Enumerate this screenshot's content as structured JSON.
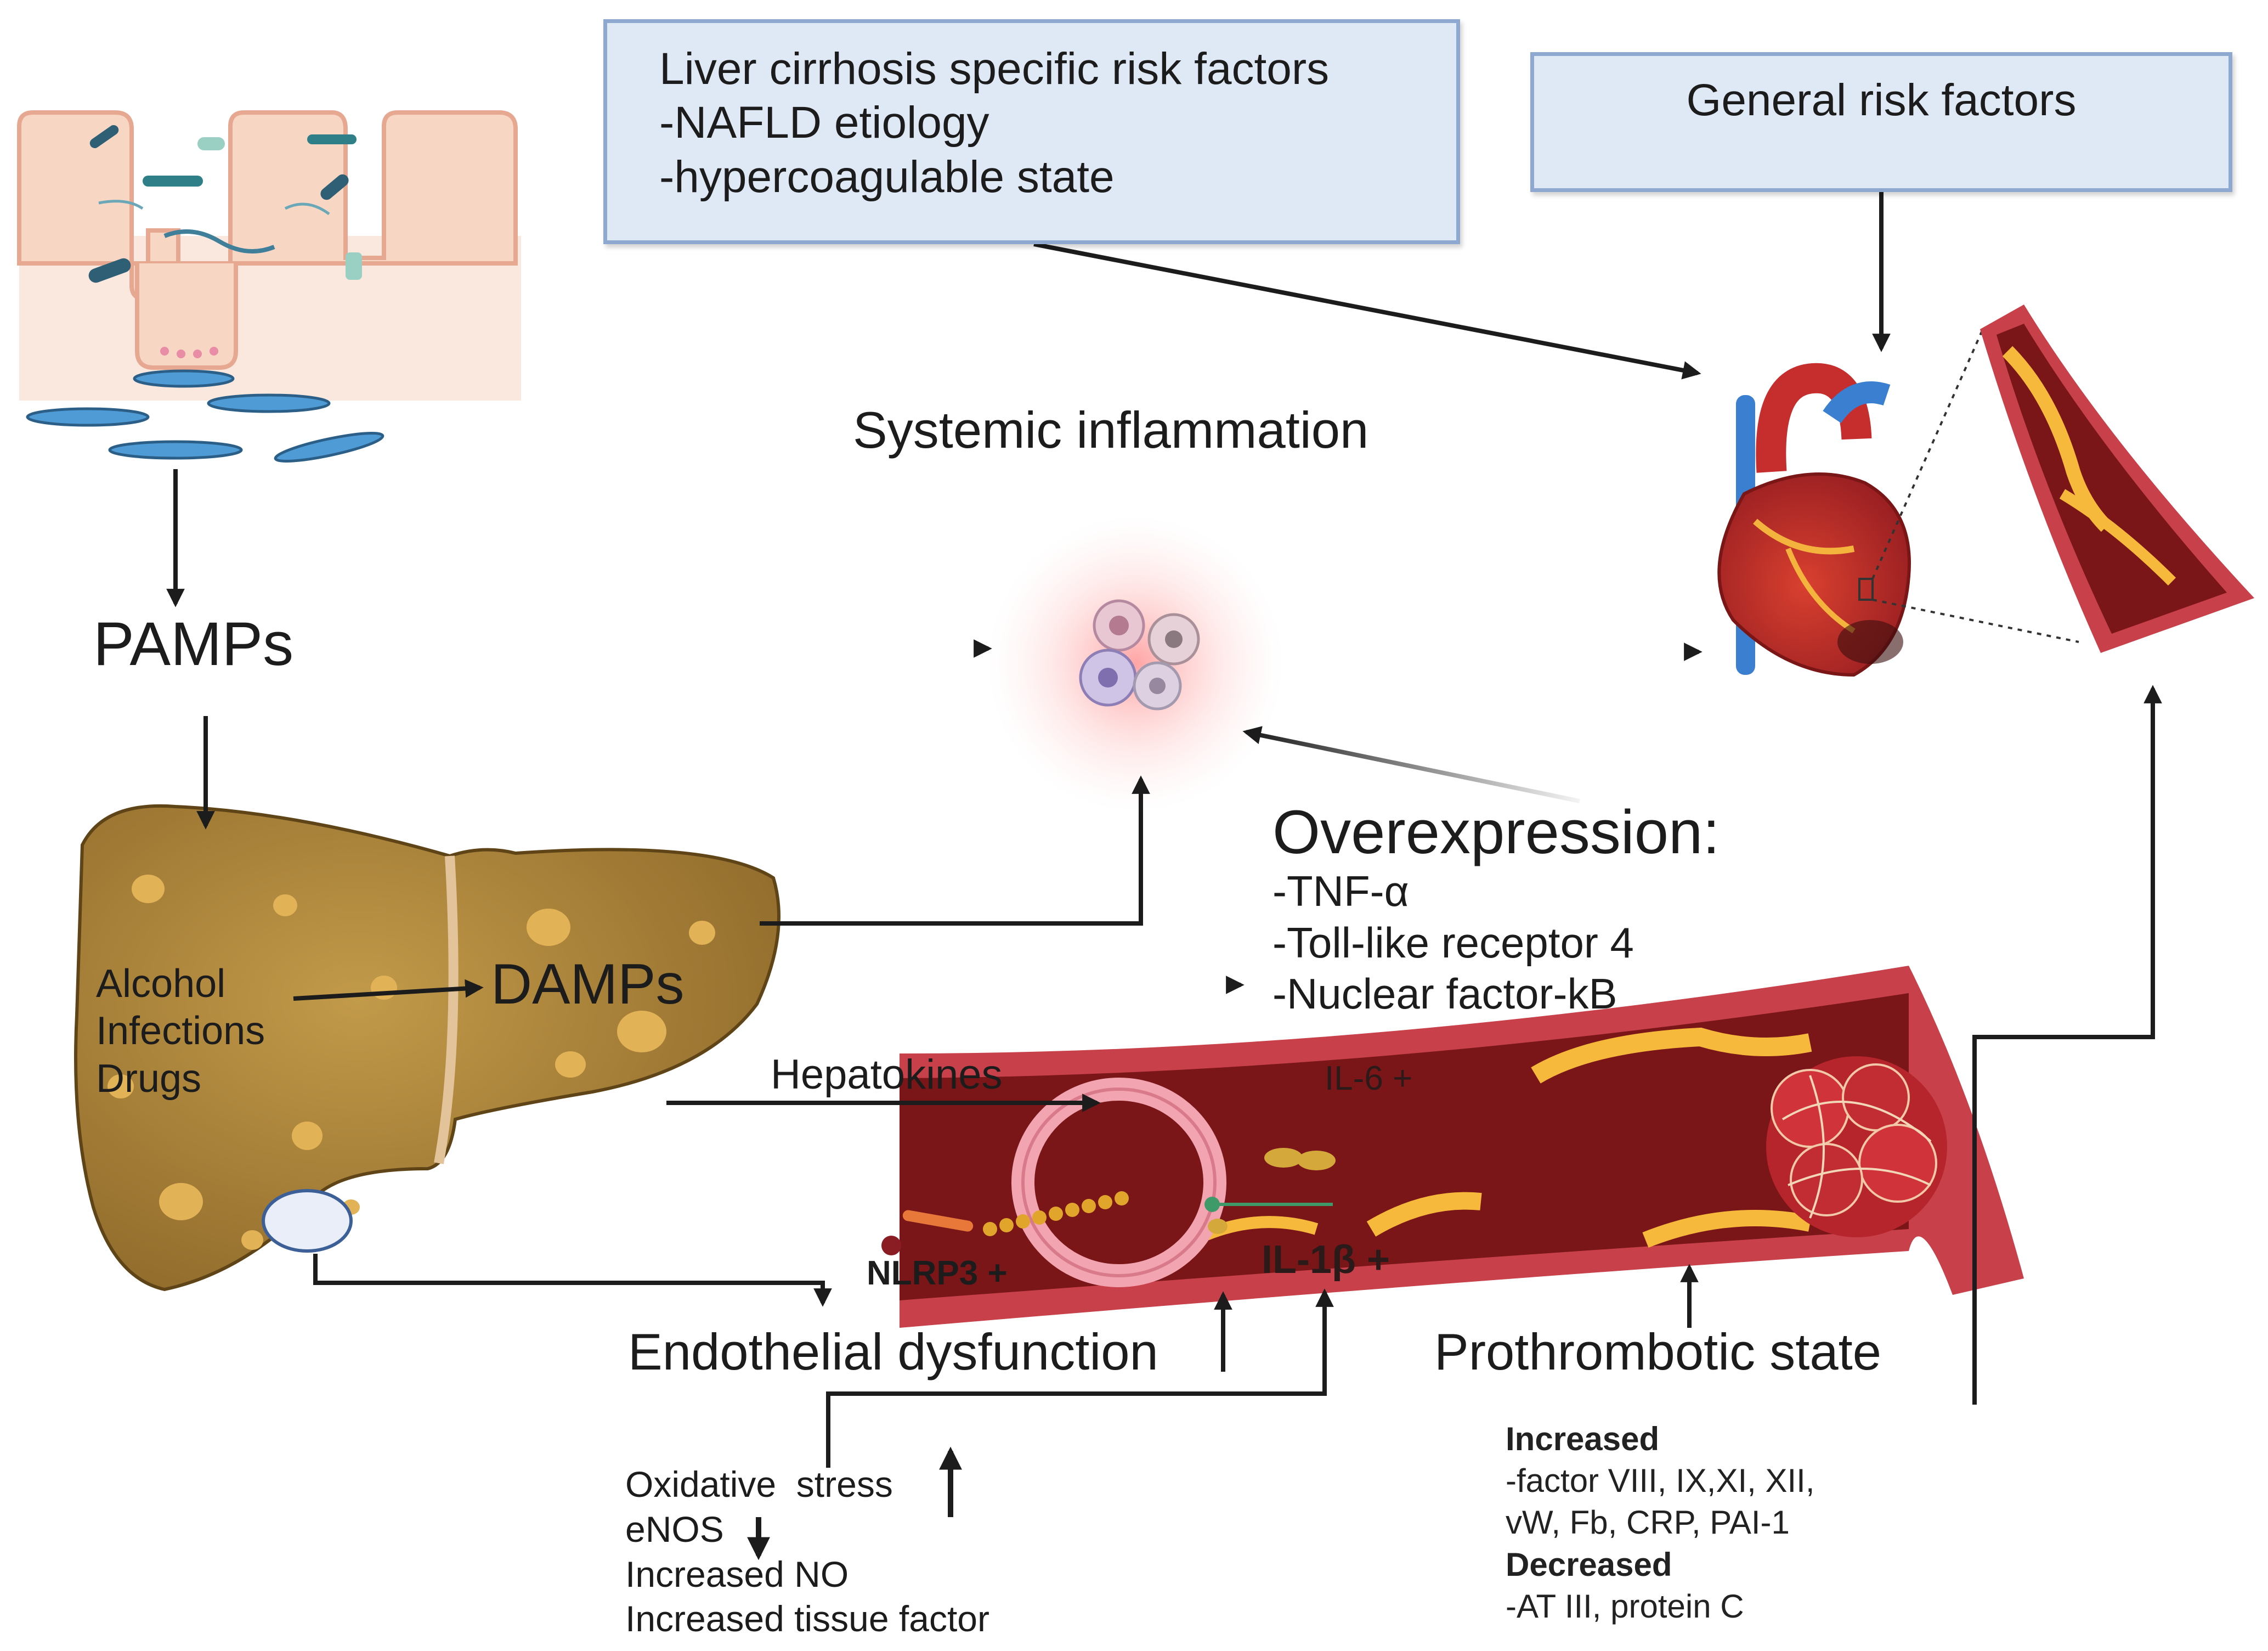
{
  "risk_boxes": {
    "liver_cirrhosis": {
      "title": "Liver cirrhosis specific risk factors",
      "items": [
        "-NAFLD etiology",
        "-hypercoagulable state"
      ]
    },
    "general": {
      "title": "General risk factors"
    }
  },
  "labels": {
    "systemic_inflammation": "Systemic inflammation",
    "pamps": "PAMPs",
    "damps": "DAMPs",
    "hepatokines": "Hepatokines",
    "il6": "IL-6 +",
    "nlrp3": "NLRP3 +",
    "il1b": "IL-1β +",
    "endothelial_dysfunction": "Endothelial dysfunction",
    "prothrombotic_state": "Prothrombotic state"
  },
  "liver_causes": [
    "Alcohol",
    "Infections",
    "Drugs"
  ],
  "overexpression": {
    "title": "Overexpression:",
    "items": [
      "-TNF-α",
      "-Toll-like receptor 4",
      "-Nuclear factor-kB"
    ]
  },
  "endothelial_factors": [
    "Oxidative  stress",
    "eNOS",
    "Increased NO",
    "Increased tissue factor"
  ],
  "prothrombotic_factors": {
    "increased_label": "Increased",
    "increased_items": [
      "-factor VIII, IX,XI, XII,",
      "vW, Fb, CRP, PAI-1"
    ],
    "decreased_label": "Decreased",
    "decreased_items": [
      "-AT III, protein C"
    ]
  },
  "colors": {
    "box_fill": "#dfe8f5",
    "box_border": "#8ea8cf",
    "arrow": "#1c1c1c",
    "vessel_outer": "#c8414a",
    "vessel_lumen": "#7a1518",
    "plaque": "#f6b93b",
    "liver": "#b08a3e",
    "inflammation_glow": "#ff6b6b"
  }
}
